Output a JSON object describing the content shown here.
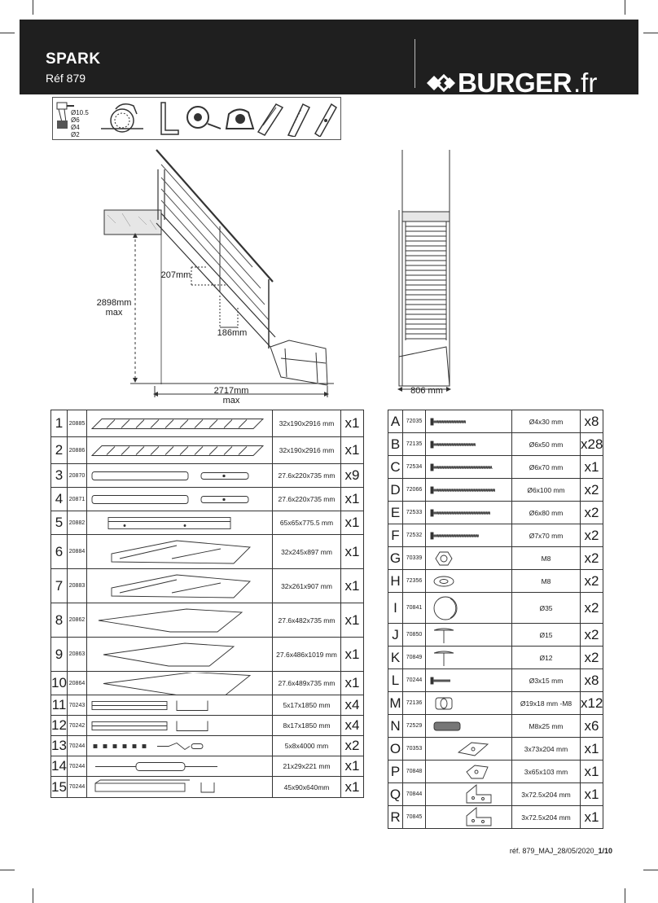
{
  "header": {
    "title": "SPARK",
    "ref": "Réf 879",
    "brand_main": "BURGER",
    "brand_tld": ".fr"
  },
  "tools": {
    "drill_sizes": [
      "Ø10.5",
      "Ø6",
      "Ø4",
      "Ø2"
    ],
    "icons": [
      "drill-icon",
      "circular-saw-icon",
      "square-icon",
      "tape-measure-icon",
      "tape-roll-icon",
      "utility-knife-icon",
      "hand-saw-icon",
      "level-icon"
    ]
  },
  "dimensions": {
    "height": "2898mm",
    "height_note": "max",
    "riser": "207mm",
    "going": "186mm",
    "length": "2717mm",
    "length_note": "max",
    "width": "806 mm"
  },
  "left_parts": [
    {
      "num": "1",
      "code": "20885",
      "size": "32x190x2916 mm",
      "qty": "x1"
    },
    {
      "num": "2",
      "code": "20886",
      "size": "32x190x2916 mm",
      "qty": "x1"
    },
    {
      "num": "3",
      "code": "20870",
      "size": "27.6x220x735 mm",
      "qty": "x9"
    },
    {
      "num": "4",
      "code": "20871",
      "size": "27.6x220x735 mm",
      "qty": "x1"
    },
    {
      "num": "5",
      "code": "20882",
      "size": "65x65x775.5 mm",
      "qty": "x1"
    },
    {
      "num": "6",
      "code": "20884",
      "size": "32x245x897 mm",
      "qty": "x1"
    },
    {
      "num": "7",
      "code": "20883",
      "size": "32x261x907 mm",
      "qty": "x1"
    },
    {
      "num": "8",
      "code": "20862",
      "size": "27.6x482x735 mm",
      "qty": "x1"
    },
    {
      "num": "9",
      "code": "20863",
      "size": "27.6x486x1019 mm",
      "qty": "x1"
    },
    {
      "num": "10",
      "code": "20864",
      "size": "27.6x489x735 mm",
      "qty": "x1"
    },
    {
      "num": "11",
      "code": "70243",
      "size": "5x17x1850 mm",
      "qty": "x4"
    },
    {
      "num": "12",
      "code": "70242",
      "size": "8x17x1850 mm",
      "qty": "x4"
    },
    {
      "num": "13",
      "code": "70244",
      "size": "5x8x4000 mm",
      "qty": "x2"
    },
    {
      "num": "14",
      "code": "70244",
      "size": "21x29x221 mm",
      "qty": "x1"
    },
    {
      "num": "15",
      "code": "70244",
      "size": "45x90x640mm",
      "qty": "x1"
    }
  ],
  "right_parts": [
    {
      "letter": "A",
      "code": "72035",
      "size": "Ø4x30 mm",
      "qty": "x8"
    },
    {
      "letter": "B",
      "code": "72135",
      "size": "Ø6x50 mm",
      "qty": "x28"
    },
    {
      "letter": "C",
      "code": "72534",
      "size": "Ø6x70 mm",
      "qty": "x1"
    },
    {
      "letter": "D",
      "code": "72066",
      "size": "Ø6x100 mm",
      "qty": "x2"
    },
    {
      "letter": "E",
      "code": "72533",
      "size": "Ø6x80 mm",
      "qty": "x2"
    },
    {
      "letter": "F",
      "code": "72532",
      "size": "Ø7x70 mm",
      "qty": "x2"
    },
    {
      "letter": "G",
      "code": "70339",
      "size": "M8",
      "qty": "x2"
    },
    {
      "letter": "H",
      "code": "72356",
      "size": "M8",
      "qty": "x2"
    },
    {
      "letter": "I",
      "code": "70841",
      "size": "Ø35",
      "qty": "x2"
    },
    {
      "letter": "J",
      "code": "70850",
      "size": "Ø15",
      "qty": "x2"
    },
    {
      "letter": "K",
      "code": "70849",
      "size": "Ø12",
      "qty": "x2"
    },
    {
      "letter": "L",
      "code": "70244",
      "size": "Ø3x15 mm",
      "qty": "x8"
    },
    {
      "letter": "M",
      "code": "72136",
      "size": "Ø19x18 mm -M8",
      "qty": "x12"
    },
    {
      "letter": "N",
      "code": "72529",
      "size": "M8x25 mm",
      "qty": "x6"
    },
    {
      "letter": "O",
      "code": "70353",
      "size": "3x73x204 mm",
      "qty": "x1"
    },
    {
      "letter": "P",
      "code": "70848",
      "size": "3x65x103 mm",
      "qty": "x1"
    },
    {
      "letter": "Q",
      "code": "70844",
      "size": "3x72.5x204 mm",
      "qty": "x1"
    },
    {
      "letter": "R",
      "code": "70845",
      "size": "3x72.5x204 mm",
      "qty": "x1"
    }
  ],
  "footer": {
    "text": "réf. 879_MAJ_28/05/2020_",
    "page": "1/10"
  }
}
